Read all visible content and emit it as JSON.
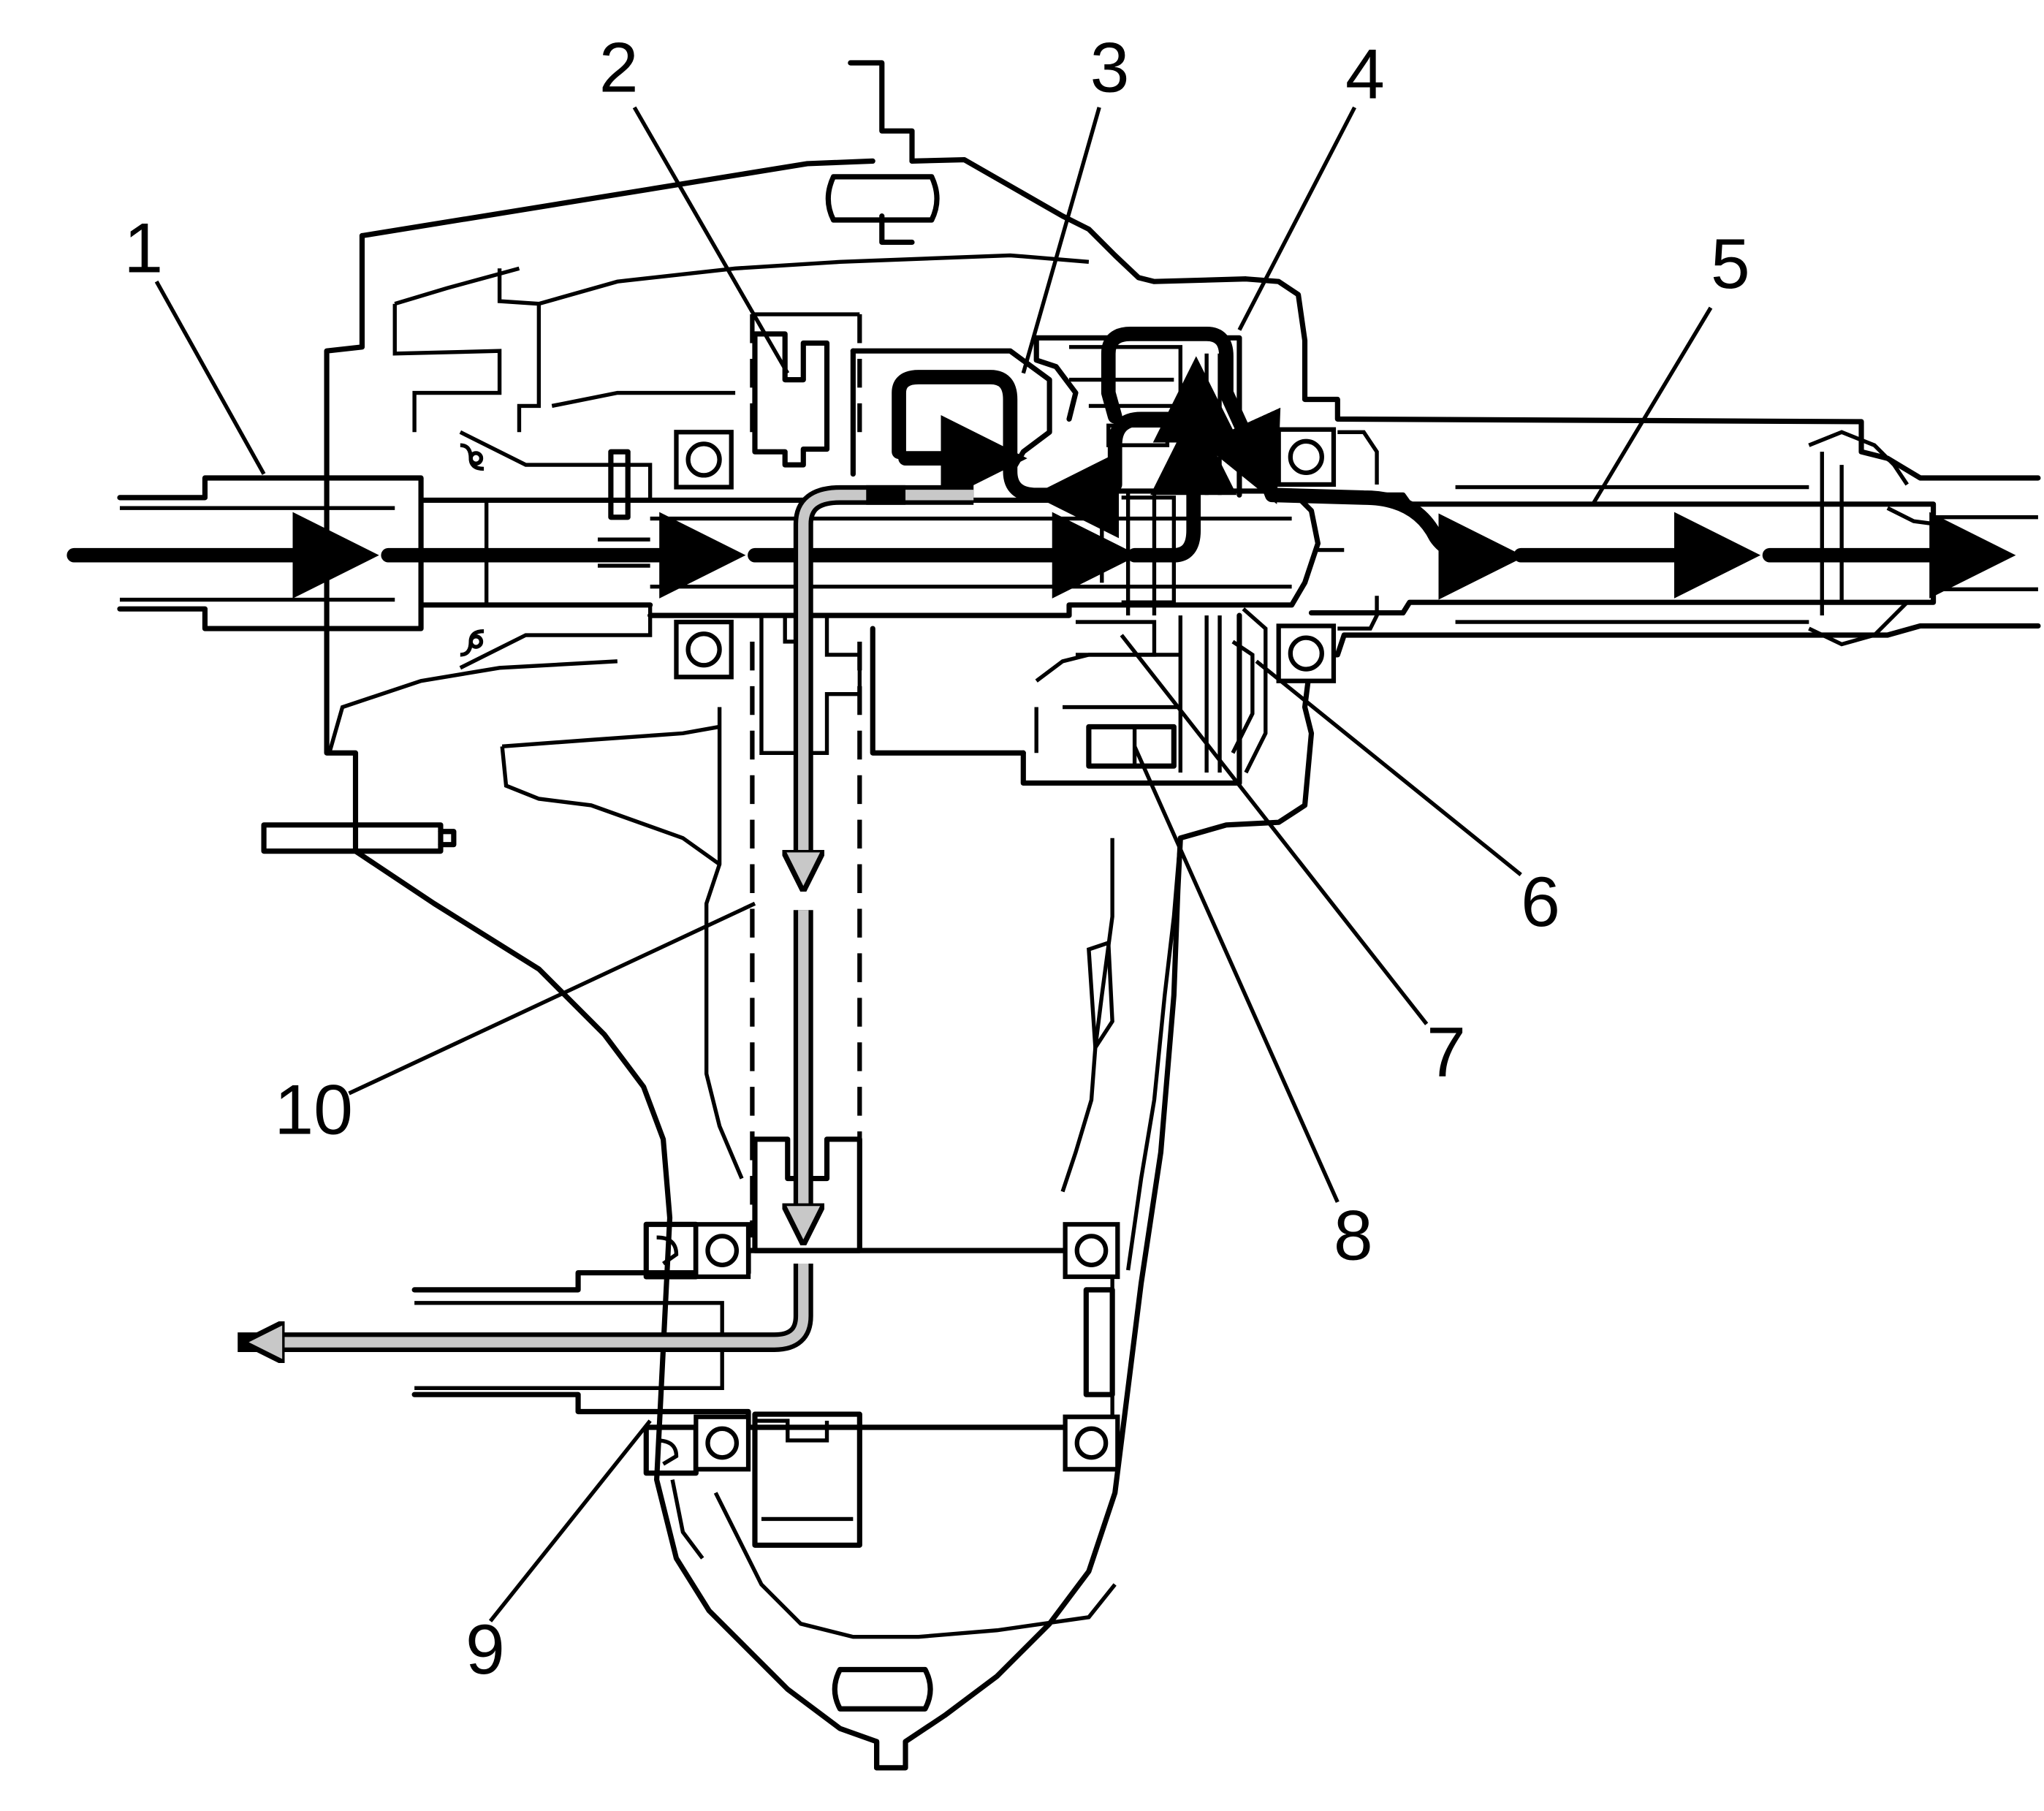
{
  "figure": {
    "callouts": [
      {
        "id": "1",
        "label": "1"
      },
      {
        "id": "2",
        "label": "2"
      },
      {
        "id": "3",
        "label": "3"
      },
      {
        "id": "4",
        "label": "4"
      },
      {
        "id": "5",
        "label": "5"
      },
      {
        "id": "6",
        "label": "6"
      },
      {
        "id": "7",
        "label": "7"
      },
      {
        "id": "8",
        "label": "8"
      },
      {
        "id": "9",
        "label": "9"
      },
      {
        "id": "10",
        "label": "10"
      }
    ],
    "colors": {
      "line": "#000000",
      "background": "#ffffff",
      "front-flow-fill": "#c8c8c8"
    },
    "flows": [
      {
        "id": "rear-output-flow",
        "style": "solid-black"
      },
      {
        "id": "front-output-flow",
        "style": "gray-shaded"
      }
    ]
  }
}
